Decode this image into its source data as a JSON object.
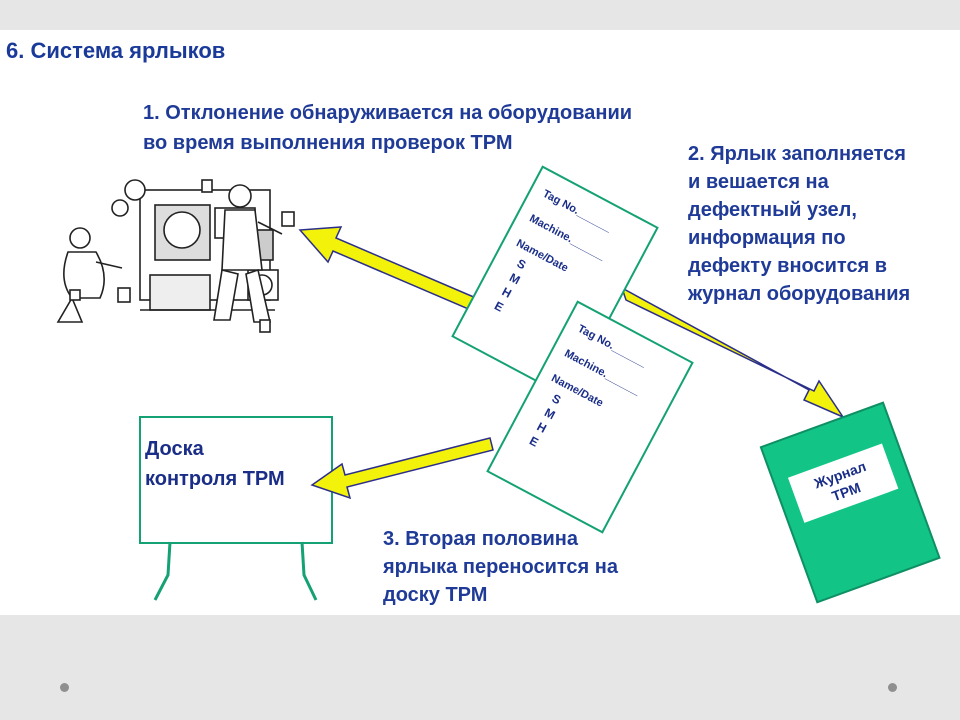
{
  "slide": {
    "title": "6. Система ярлыков",
    "step1": "1. Отклонение обнаруживается на оборудовании\nво время выполнения проверок ТРМ",
    "step2": "2. Ярлык заполняется\nи вешается на\nдефектный узел,\nинформация по\nдефекту вносится в\nжурнал оборудования",
    "step3": "3. Вторая половина\nярлыка переносится на\nдоску ТРМ",
    "board_label": "Доска\nконтроля ТРМ",
    "journal_label_line1": "Журнал",
    "journal_label_line2": "ТРМ",
    "tag_front": {
      "field1": "Tag No.______",
      "field2": "Machine.______",
      "field3": "Name/Date",
      "letters": [
        "S",
        "M",
        "H",
        "E"
      ]
    },
    "tag_back": {
      "field1": "Tag No.______",
      "field2": "Machine.______",
      "field3": "Name/Date",
      "letters": [
        "S",
        "M",
        "H",
        "E"
      ]
    }
  },
  "colors": {
    "text": "#1f3b97",
    "arrow_fill": "#f2f20a",
    "arrow_stroke": "#2c2f8a",
    "journal_fill": "#12c486",
    "board_border": "#14a174"
  },
  "icons": [
    "machine-workers-illustration",
    "nav-dot"
  ]
}
